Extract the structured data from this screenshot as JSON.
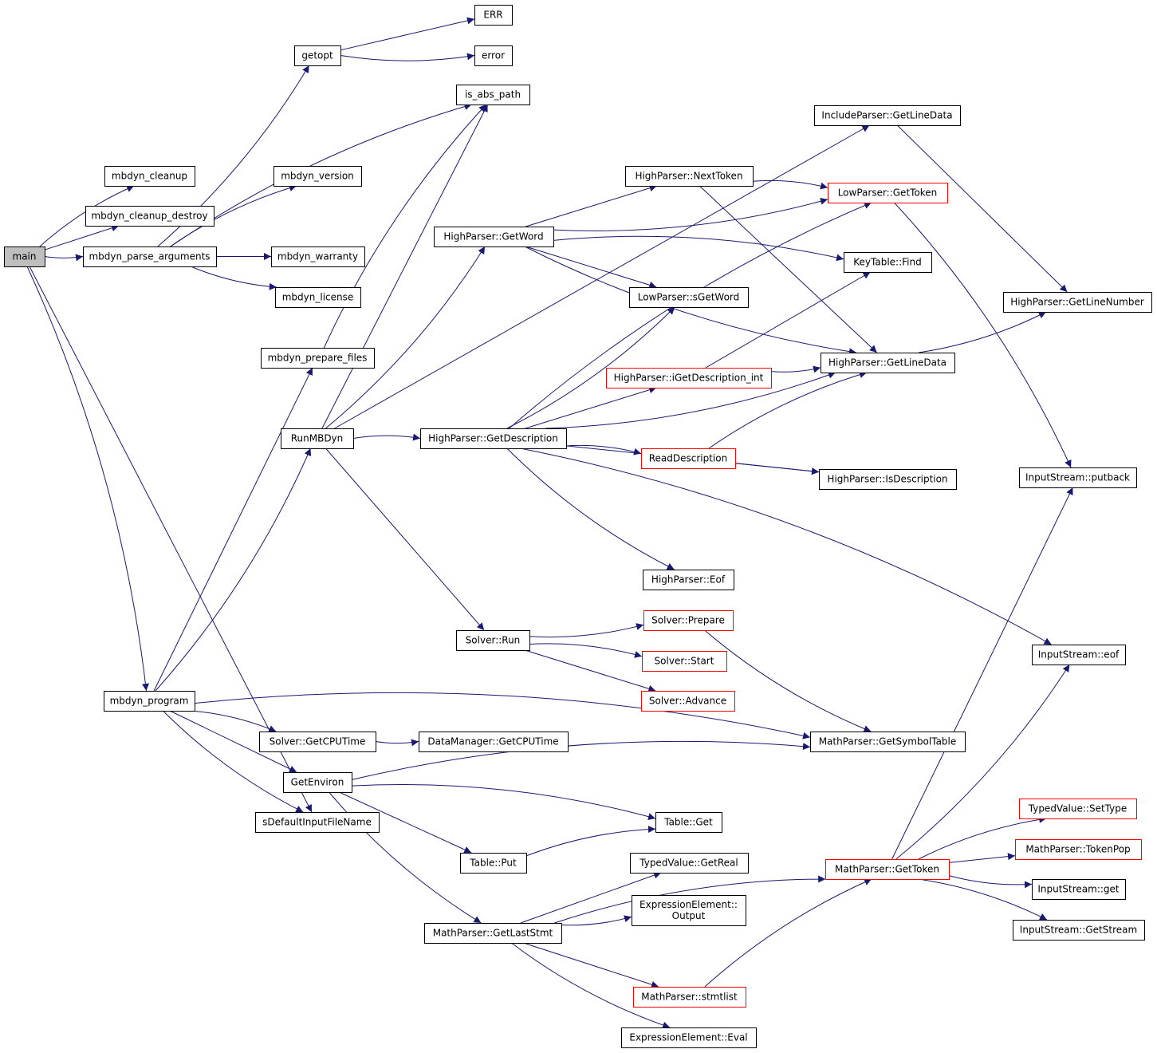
{
  "edge_color": "#191970",
  "node_border_color": "#000000",
  "node_border_red": "#ff0000",
  "root_fill": "#bfbfbf",
  "nodes": {
    "main": {
      "lines": [
        "main"
      ],
      "style": "root"
    },
    "mbdyn_cleanup": {
      "lines": [
        "mbdyn_cleanup"
      ]
    },
    "mbdyn_cleanup_destroy": {
      "lines": [
        "mbdyn_cleanup_destroy"
      ]
    },
    "mbdyn_parse_arguments": {
      "lines": [
        "mbdyn_parse_arguments"
      ]
    },
    "mbdyn_program": {
      "lines": [
        "mbdyn_program"
      ]
    },
    "sDefaultInputFileName": {
      "lines": [
        "sDefaultInputFileName"
      ]
    },
    "getopt": {
      "lines": [
        "getopt"
      ]
    },
    "mbdyn_version": {
      "lines": [
        "mbdyn_version"
      ]
    },
    "mbdyn_warranty": {
      "lines": [
        "mbdyn_warranty"
      ]
    },
    "mbdyn_license": {
      "lines": [
        "mbdyn_license"
      ]
    },
    "mbdyn_prepare_files": {
      "lines": [
        "mbdyn_prepare_files"
      ]
    },
    "RunMBDyn": {
      "lines": [
        "RunMBDyn"
      ]
    },
    "Solver_GetCPUTime": {
      "lines": [
        "Solver::GetCPUTime"
      ]
    },
    "GetEnviron": {
      "lines": [
        "GetEnviron"
      ]
    },
    "ERR": {
      "lines": [
        "ERR"
      ]
    },
    "error": {
      "lines": [
        "error"
      ]
    },
    "is_abs_path": {
      "lines": [
        "is_abs_path"
      ]
    },
    "HighParser_GetWord": {
      "lines": [
        "HighParser::GetWord"
      ]
    },
    "HighParser_GetDescription": {
      "lines": [
        "HighParser::GetDescription"
      ]
    },
    "Solver_Run": {
      "lines": [
        "Solver::Run"
      ]
    },
    "DataManager_GetCPUTime": {
      "lines": [
        "DataManager::GetCPUTime"
      ]
    },
    "Table_Put": {
      "lines": [
        "Table::Put"
      ]
    },
    "MathParser_GetLastStmt": {
      "lines": [
        "MathParser::GetLastStmt"
      ]
    },
    "HighParser_NextToken": {
      "lines": [
        "HighParser::NextToken"
      ]
    },
    "LowParser_sGetWord": {
      "lines": [
        "LowParser::sGetWord"
      ]
    },
    "HighParser_iGetDescription_int": {
      "lines": [
        "HighParser::iGetDescription_int"
      ],
      "style": "red"
    },
    "ReadDescription": {
      "lines": [
        "ReadDescription"
      ],
      "style": "red"
    },
    "HighParser_Eof": {
      "lines": [
        "HighParser::Eof"
      ]
    },
    "Solver_Prepare": {
      "lines": [
        "Solver::Prepare"
      ],
      "style": "red"
    },
    "Solver_Start": {
      "lines": [
        "Solver::Start"
      ],
      "style": "red"
    },
    "Solver_Advance": {
      "lines": [
        "Solver::Advance"
      ],
      "style": "red"
    },
    "Table_Get": {
      "lines": [
        "Table::Get"
      ]
    },
    "TypedValue_GetReal": {
      "lines": [
        "TypedValue::GetReal"
      ]
    },
    "ExpressionElement_Output": {
      "lines": [
        "ExpressionElement::",
        "Output"
      ]
    },
    "MathParser_stmtlist": {
      "lines": [
        "MathParser::stmtlist"
      ],
      "style": "red"
    },
    "ExpressionElement_Eval": {
      "lines": [
        "ExpressionElement::Eval"
      ]
    },
    "IncludeParser_GetLineData": {
      "lines": [
        "IncludeParser::GetLineData"
      ]
    },
    "LowParser_GetToken": {
      "lines": [
        "LowParser::GetToken"
      ],
      "style": "red"
    },
    "KeyTable_Find": {
      "lines": [
        "KeyTable::Find"
      ]
    },
    "HighParser_GetLineData": {
      "lines": [
        "HighParser::GetLineData"
      ]
    },
    "HighParser_IsDescription": {
      "lines": [
        "HighParser::IsDescription"
      ]
    },
    "MathParser_GetSymbolTable": {
      "lines": [
        "MathParser::GetSymbolTable"
      ]
    },
    "MathParser_GetToken": {
      "lines": [
        "MathParser::GetToken"
      ],
      "style": "red"
    },
    "HighParser_GetLineNumber": {
      "lines": [
        "HighParser::GetLineNumber"
      ]
    },
    "InputStream_putback": {
      "lines": [
        "InputStream::putback"
      ]
    },
    "InputStream_eof": {
      "lines": [
        "InputStream::eof"
      ]
    },
    "TypedValue_SetType": {
      "lines": [
        "TypedValue::SetType"
      ],
      "style": "red"
    },
    "MathParser_TokenPop": {
      "lines": [
        "MathParser::TokenPop"
      ],
      "style": "red"
    },
    "InputStream_get": {
      "lines": [
        "InputStream::get"
      ]
    },
    "InputStream_GetStream": {
      "lines": [
        "InputStream::GetStream"
      ]
    }
  },
  "edges": [
    [
      "main",
      "mbdyn_cleanup"
    ],
    [
      "main",
      "mbdyn_cleanup_destroy"
    ],
    [
      "main",
      "mbdyn_parse_arguments"
    ],
    [
      "main",
      "mbdyn_program"
    ],
    [
      "main",
      "sDefaultInputFileName"
    ],
    [
      "mbdyn_parse_arguments",
      "getopt"
    ],
    [
      "mbdyn_parse_arguments",
      "mbdyn_version"
    ],
    [
      "mbdyn_parse_arguments",
      "mbdyn_warranty"
    ],
    [
      "mbdyn_parse_arguments",
      "mbdyn_license"
    ],
    [
      "mbdyn_parse_arguments",
      "is_abs_path"
    ],
    [
      "getopt",
      "ERR"
    ],
    [
      "getopt",
      "error"
    ],
    [
      "mbdyn_prepare_files",
      "is_abs_path"
    ],
    [
      "mbdyn_program",
      "mbdyn_prepare_files"
    ],
    [
      "mbdyn_program",
      "RunMBDyn"
    ],
    [
      "mbdyn_program",
      "Solver_GetCPUTime"
    ],
    [
      "mbdyn_program",
      "GetEnviron"
    ],
    [
      "mbdyn_program",
      "sDefaultInputFileName"
    ],
    [
      "mbdyn_program",
      "MathParser_GetSymbolTable"
    ],
    [
      "RunMBDyn",
      "is_abs_path"
    ],
    [
      "RunMBDyn",
      "HighParser_GetWord"
    ],
    [
      "RunMBDyn",
      "HighParser_GetDescription"
    ],
    [
      "RunMBDyn",
      "Solver_Run"
    ],
    [
      "Solver_GetCPUTime",
      "DataManager_GetCPUTime"
    ],
    [
      "GetEnviron",
      "Table_Get"
    ],
    [
      "GetEnviron",
      "Table_Put"
    ],
    [
      "GetEnviron",
      "MathParser_GetLastStmt"
    ],
    [
      "GetEnviron",
      "MathParser_GetSymbolTable"
    ],
    [
      "HighParser_GetWord",
      "HighParser_NextToken"
    ],
    [
      "HighParser_GetWord",
      "LowParser_GetToken"
    ],
    [
      "HighParser_GetWord",
      "KeyTable_Find"
    ],
    [
      "HighParser_GetWord",
      "LowParser_sGetWord"
    ],
    [
      "HighParser_GetWord",
      "HighParser_GetLineData"
    ],
    [
      "HighParser_NextToken",
      "LowParser_GetToken"
    ],
    [
      "HighParser_NextToken",
      "HighParser_GetLineData"
    ],
    [
      "HighParser_GetDescription",
      "LowParser_sGetWord"
    ],
    [
      "HighParser_GetDescription",
      "LowParser_GetToken"
    ],
    [
      "HighParser_GetDescription",
      "HighParser_iGetDescription_int"
    ],
    [
      "HighParser_GetDescription",
      "HighParser_GetLineData"
    ],
    [
      "HighParser_GetDescription",
      "ReadDescription"
    ],
    [
      "HighParser_GetDescription",
      "HighParser_IsDescription"
    ],
    [
      "HighParser_GetDescription",
      "HighParser_Eof"
    ],
    [
      "HighParser_GetDescription",
      "InputStream_eof"
    ],
    [
      "HighParser_iGetDescription_int",
      "KeyTable_Find"
    ],
    [
      "HighParser_iGetDescription_int",
      "HighParser_GetLineData"
    ],
    [
      "ReadDescription",
      "HighParser_GetLineData"
    ],
    [
      "ReadDescription",
      "HighParser_IsDescription"
    ],
    [
      "Solver_Run",
      "Solver_Prepare"
    ],
    [
      "Solver_Run",
      "Solver_Start"
    ],
    [
      "Solver_Run",
      "Solver_Advance"
    ],
    [
      "Solver_Prepare",
      "MathParser_GetSymbolTable"
    ],
    [
      "Table_Put",
      "Table_Get"
    ],
    [
      "MathParser_GetLastStmt",
      "TypedValue_GetReal"
    ],
    [
      "MathParser_GetLastStmt",
      "ExpressionElement_Output"
    ],
    [
      "MathParser_GetLastStmt",
      "MathParser_GetToken"
    ],
    [
      "MathParser_GetLastStmt",
      "MathParser_stmtlist"
    ],
    [
      "MathParser_GetLastStmt",
      "ExpressionElement_Eval"
    ],
    [
      "MathParser_stmtlist",
      "MathParser_GetToken"
    ],
    [
      "IncludeParser_GetLineData",
      "HighParser_GetLineNumber"
    ],
    [
      "HighParser_GetLineData",
      "HighParser_GetLineNumber"
    ],
    [
      "LowParser_GetToken",
      "InputStream_putback"
    ],
    [
      "MathParser_GetToken",
      "InputStream_putback"
    ],
    [
      "MathParser_GetToken",
      "InputStream_eof"
    ],
    [
      "MathParser_GetToken",
      "TypedValue_SetType"
    ],
    [
      "MathParser_GetToken",
      "MathParser_TokenPop"
    ],
    [
      "MathParser_GetToken",
      "InputStream_get"
    ],
    [
      "MathParser_GetToken",
      "InputStream_GetStream"
    ],
    [
      "RunMBDyn",
      "IncludeParser_GetLineData"
    ]
  ]
}
